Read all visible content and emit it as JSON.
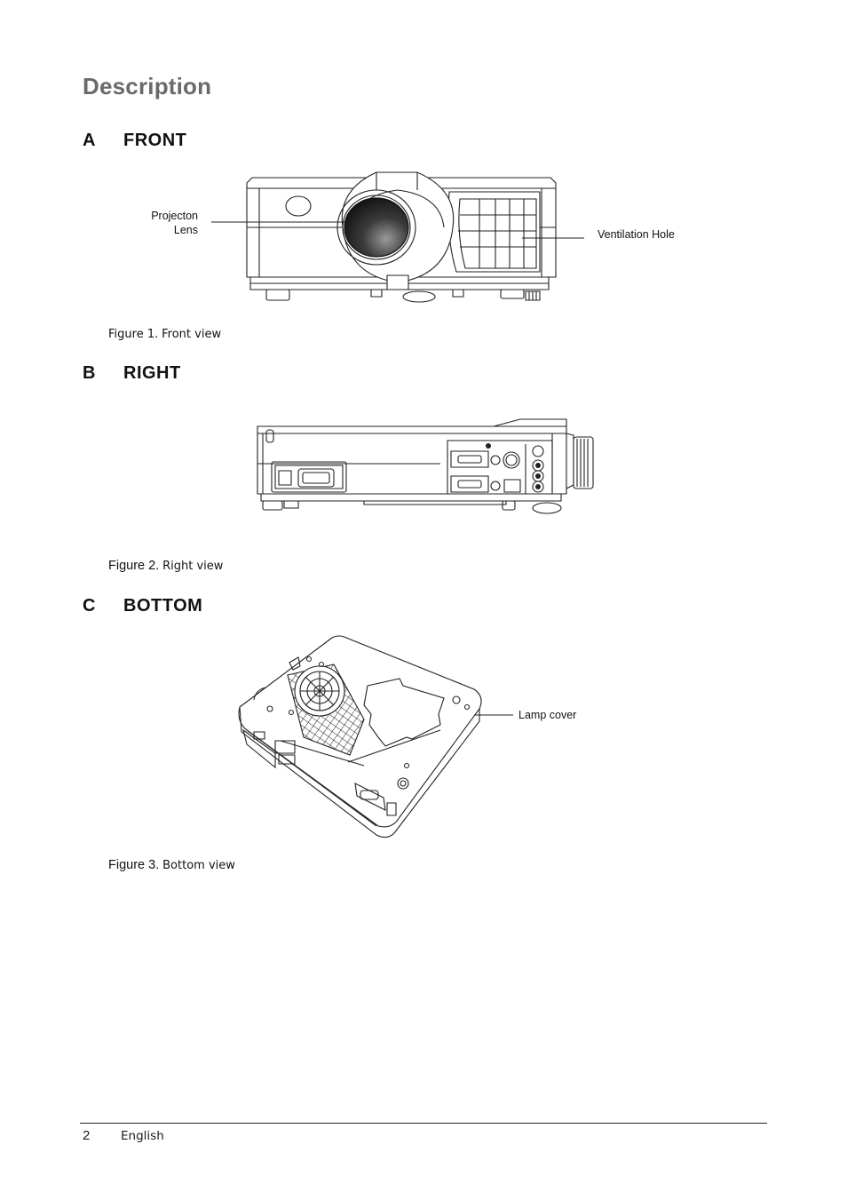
{
  "page": {
    "title": "Description",
    "sections": [
      {
        "letter": "A",
        "name": "FRONT",
        "figure": {
          "number": "Figure 1.",
          "caption": "Front view",
          "callouts": [
            {
              "text_line1": "Projecton",
              "text_line2": "Lens"
            },
            {
              "text": "Ventilation Hole"
            }
          ]
        }
      },
      {
        "letter": "B",
        "name": "RIGHT",
        "figure": {
          "number": "Figure 2.",
          "caption": "Right view"
        }
      },
      {
        "letter": "C",
        "name": "BOTTOM",
        "figure": {
          "number": "Figure 3.",
          "caption": "Bottom view",
          "callouts": [
            {
              "text": "Lamp cover"
            }
          ]
        }
      }
    ]
  },
  "footer": {
    "page_number": "2",
    "language": "English"
  }
}
